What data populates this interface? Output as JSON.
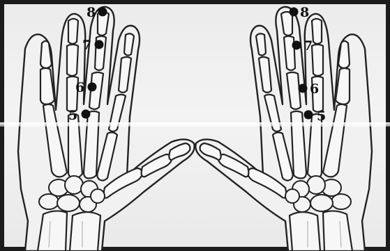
{
  "points": [
    {
      "id": "5",
      "label": "5"
    },
    {
      "id": "6",
      "label": "6"
    },
    {
      "id": "7",
      "label": "7"
    },
    {
      "id": "8",
      "label": "8"
    }
  ],
  "hands": {
    "left": {
      "points": [
        "8",
        "7",
        "6",
        "5"
      ]
    },
    "right": {
      "points": [
        "8",
        "7",
        "6",
        "5"
      ]
    }
  }
}
